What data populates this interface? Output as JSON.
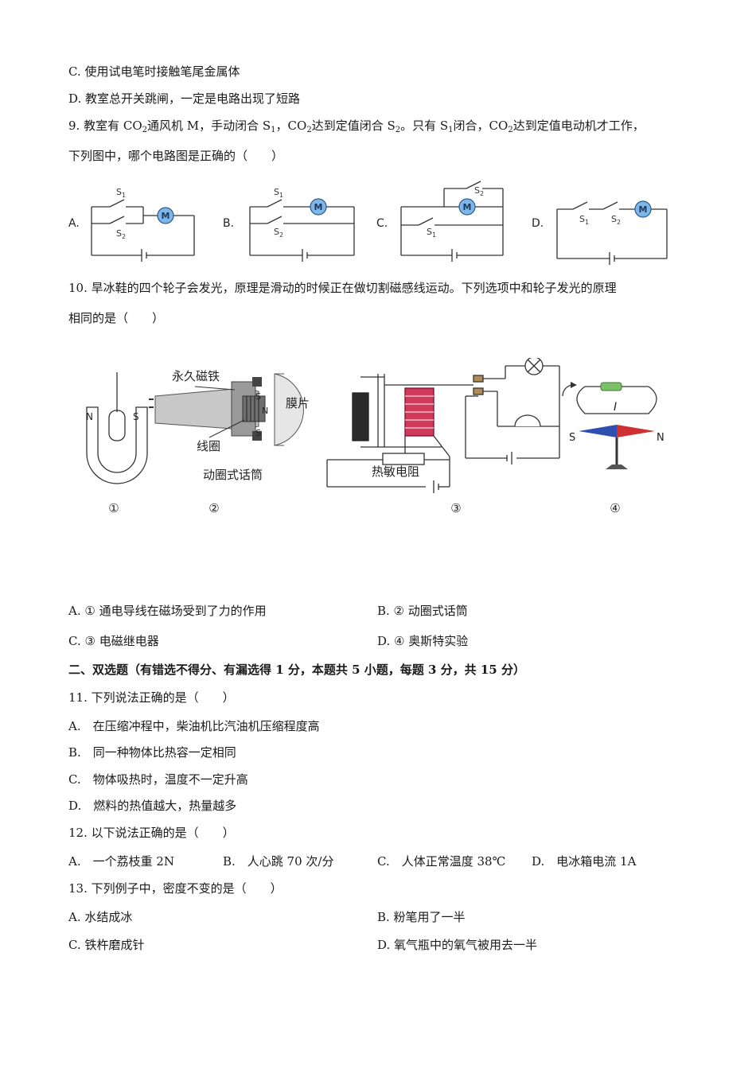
{
  "q8": {
    "optC": "C. 使用试电笔时接触笔尾金属体",
    "optD": "D. 教室总开关跳闸，一定是电路出现了短路"
  },
  "q9": {
    "p1": "9. 教室有 CO",
    "p2": "通风机 M，手动闭合 S",
    "p3": "，CO",
    "p4": "达到定值闭合 S",
    "p5": "。只有 S",
    "p6": "闭合，CO",
    "p7": "达到定值电动机才工作，",
    "sub1": "1",
    "sub2": "2",
    "line2": "下列图中，哪个电路图是正确的（　　）",
    "labels": [
      "A.",
      "B.",
      "C.",
      "D."
    ],
    "motor": "M",
    "s1": "S",
    "s2": "S",
    "s1sub": "1",
    "s2sub": "2"
  },
  "q10": {
    "line1": "10. 旱冰鞋的四个轮子会发光，原理是滑动的时候正在做切割磁感线运动。下列选项中和轮子发光的原理",
    "line2": "相同的是（　　）",
    "fig": {
      "n": "N",
      "s": "S",
      "magnet": "永久磁铁",
      "coil": "线圈",
      "membrane": "膜片",
      "mic": "动圈式话筒",
      "thermistor": "热敏电阻",
      "current": "I",
      "compass_s": "S",
      "compass_n": "N",
      "labels": [
        "①",
        "②",
        "③",
        "④"
      ]
    },
    "optA": "A. ① 通电导线在磁场受到了力的作用",
    "optB": "B. ② 动圈式话筒",
    "optC": "C. ③ 电磁继电器",
    "optD": "D. ④ 奥斯特实验"
  },
  "section2": "二、双选题（有错选不得分、有漏选得 1 分，本题共 5 小题，每题 3 分，共 15 分）",
  "q11": {
    "stem": "11. 下列说法正确的是（　　）",
    "optA": "A.　在压缩冲程中，柴油机比汽油机压缩程度高",
    "optB": "B.　同一种物体比热容一定相同",
    "optC": "C.　物体吸热时，温度不一定升高",
    "optD": "D.　燃料的热值越大，热量越多"
  },
  "q12": {
    "stem": "12. 以下说法正确的是（　　）",
    "optA": "A.　一个荔枝重 2N",
    "optB": "B.　人心跳 70 次/分",
    "optC": "C.　人体正常温度 38℃",
    "optD": "D.　电冰箱电流 1A"
  },
  "q13": {
    "stem": "13. 下列例子中，密度不变的是（　　）",
    "optA": "A. 水结成冰",
    "optB": "B. 粉笔用了一半",
    "optC": "C. 铁杵磨成针",
    "optD": "D. 氧气瓶中的氧气被用去一半"
  }
}
